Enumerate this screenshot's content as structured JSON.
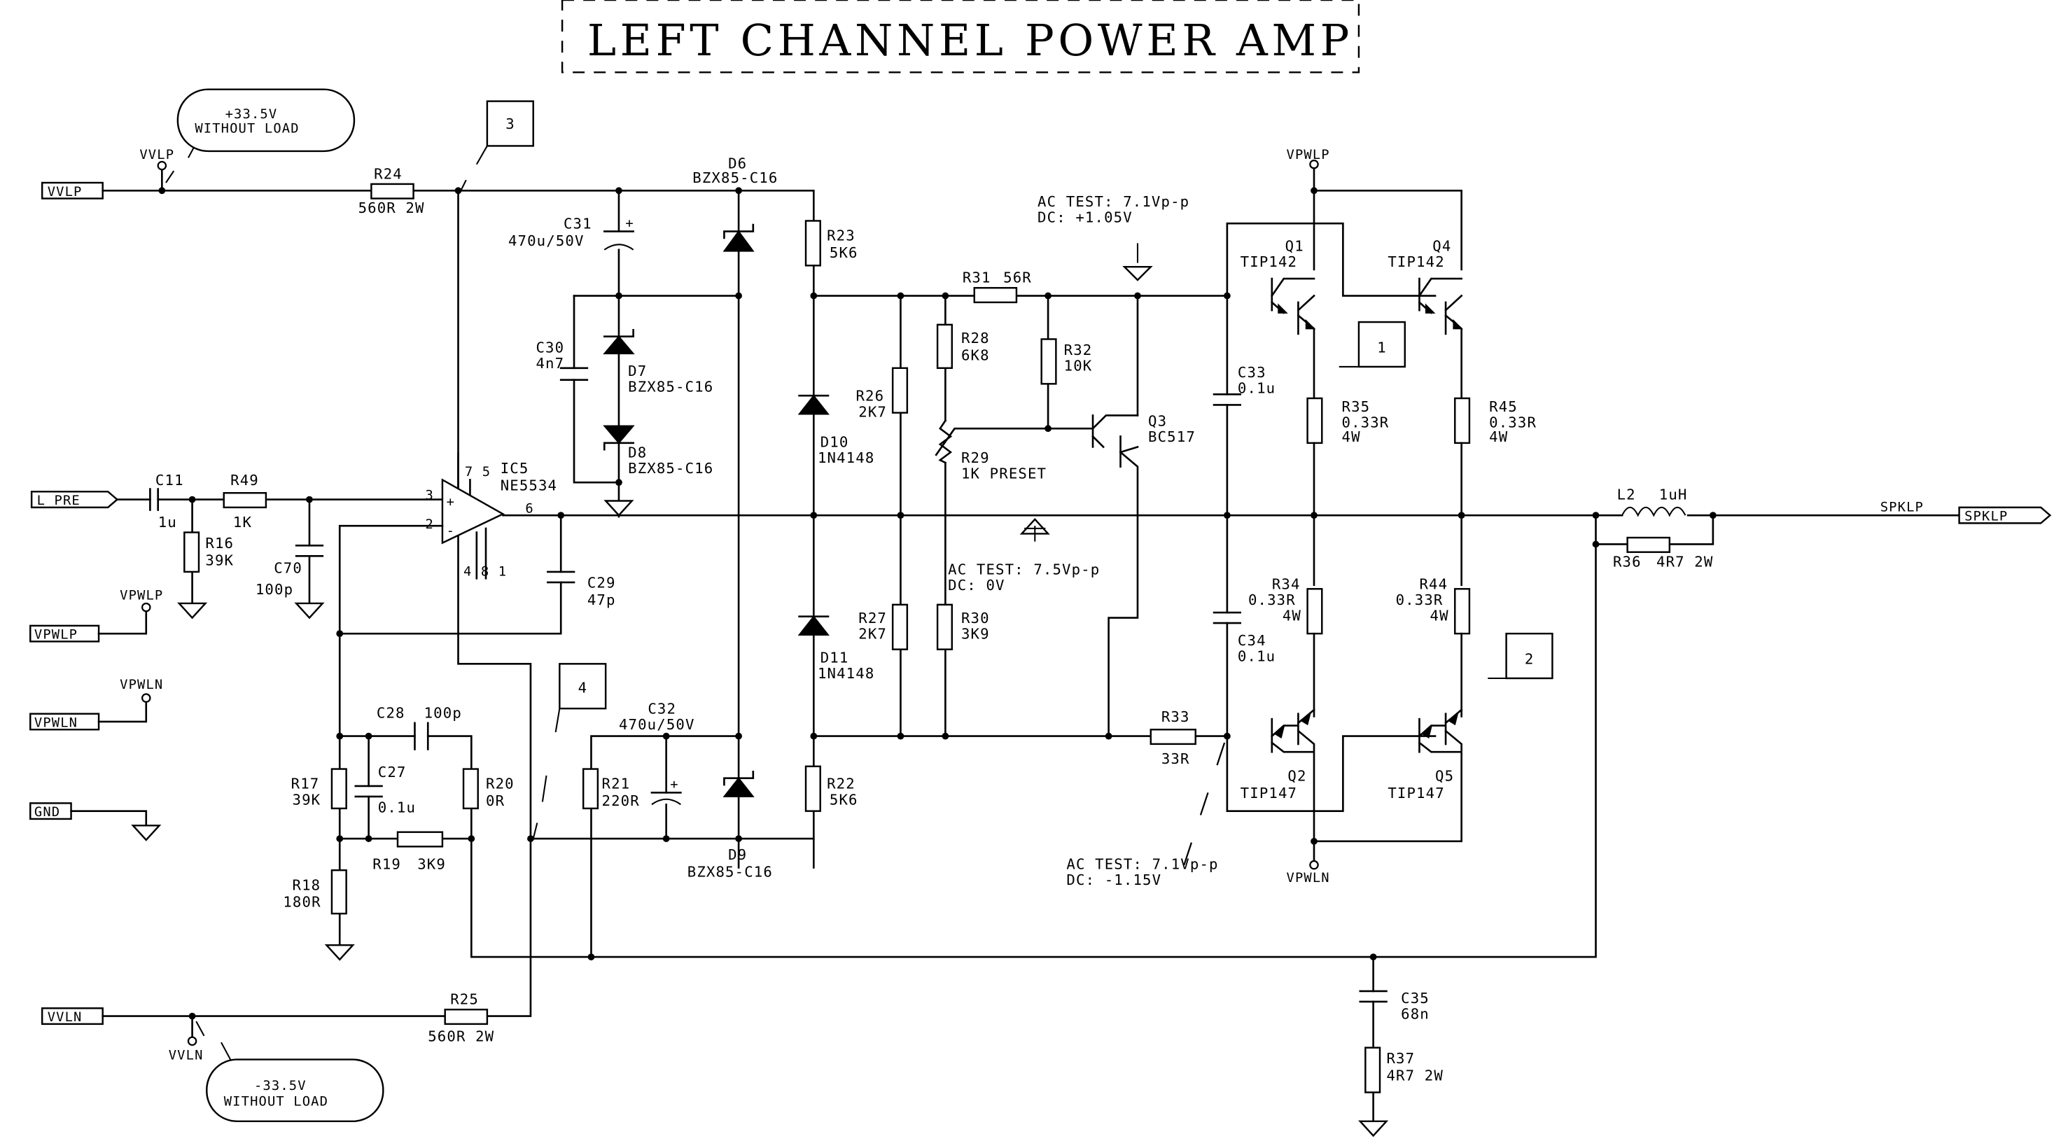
{
  "title": "LEFT CHANNEL POWER AMP",
  "ports": {
    "vvlp": "VVLP",
    "l_pre": "L PRE",
    "vpwlp": "VPWLP",
    "vpwln": "VPWLN",
    "gnd": "GND",
    "vvln": "VVLN",
    "spklp": "SPKLP"
  },
  "net_labels": {
    "vvlp": "VVLP",
    "vvln": "VVLN",
    "vpwlp_top": "VPWLP",
    "vpwln_bottom": "VPWLN",
    "vpwlp_left": "VPWLP",
    "vpwln_left": "VPWLN",
    "spklp": "SPKLP"
  },
  "callouts": {
    "pos_supply": [
      "+33.5V",
      "WITHOUT LOAD"
    ],
    "neg_supply": [
      "-33.5V",
      "WITHOUT LOAD"
    ],
    "markers": [
      "1",
      "2",
      "3",
      "4"
    ]
  },
  "test_points": {
    "tp_top": [
      "AC TEST: 7.1Vp-p",
      "DC: +1.05V"
    ],
    "tp_mid": [
      "AC TEST: 7.5Vp-p",
      "DC: 0V"
    ],
    "tp_bottom": [
      "AC TEST: 7.1Vp-p",
      "DC: -1.15V"
    ]
  },
  "ic": {
    "ref": "IC5",
    "part": "NE5534",
    "pin_in_pos": "3",
    "pin_in_neg": "2",
    "pin_out": "6",
    "pins_top": "7 5",
    "pins_bottom": "4 8 1",
    "plus": "+",
    "minus": "-"
  },
  "components": {
    "R24": {
      "ref": "R24",
      "value": "560R 2W"
    },
    "R25": {
      "ref": "R25",
      "value": "560R 2W"
    },
    "C11": {
      "ref": "C11",
      "value": "1u"
    },
    "R49": {
      "ref": "R49",
      "value": "1K"
    },
    "R16": {
      "ref": "R16",
      "value": "39K"
    },
    "C70": {
      "ref": "C70",
      "value": "100p"
    },
    "C29": {
      "ref": "C29",
      "value": "47p"
    },
    "C31": {
      "ref": "C31",
      "value": "470u/50V"
    },
    "C30": {
      "ref": "C30",
      "value": "4n7"
    },
    "D6": {
      "ref": "D6",
      "value": "BZX85-C16"
    },
    "D7": {
      "ref": "D7",
      "value": "BZX85-C16"
    },
    "D8": {
      "ref": "D8",
      "value": "BZX85-C16"
    },
    "D9": {
      "ref": "D9",
      "value": "BZX85-C16"
    },
    "R23": {
      "ref": "R23",
      "value": "5K6"
    },
    "R22": {
      "ref": "R22",
      "value": "5K6"
    },
    "D10": {
      "ref": "D10",
      "value": "1N4148"
    },
    "D11": {
      "ref": "D11",
      "value": "1N4148"
    },
    "R26": {
      "ref": "R26",
      "value": "2K7"
    },
    "R27": {
      "ref": "R27",
      "value": "2K7"
    },
    "R31": {
      "ref": "R31",
      "value": "56R"
    },
    "R28": {
      "ref": "R28",
      "value": "6K8"
    },
    "R32": {
      "ref": "R32",
      "value": "10K"
    },
    "R29": {
      "ref": "R29",
      "value": "1K PRESET"
    },
    "R30": {
      "ref": "R30",
      "value": "3K9"
    },
    "Q3": {
      "ref": "Q3",
      "value": "BC517"
    },
    "R33": {
      "ref": "R33",
      "value": "33R"
    },
    "C33": {
      "ref": "C33",
      "value": "0.1u"
    },
    "C34": {
      "ref": "C34",
      "value": "0.1u"
    },
    "Q1": {
      "ref": "Q1",
      "value": "TIP142"
    },
    "Q4": {
      "ref": "Q4",
      "value": "TIP142"
    },
    "Q2": {
      "ref": "Q2",
      "value": "TIP147"
    },
    "Q5": {
      "ref": "Q5",
      "value": "TIP147"
    },
    "R35": {
      "ref": "R35",
      "value": "0.33R",
      "power": "4W"
    },
    "R45": {
      "ref": "R45",
      "value": "0.33R",
      "power": "4W"
    },
    "R34": {
      "ref": "R34",
      "value": "0.33R",
      "power": "4W"
    },
    "R44": {
      "ref": "R44",
      "value": "0.33R",
      "power": "4W"
    },
    "L2": {
      "ref": "L2",
      "value": "1uH"
    },
    "R36": {
      "ref": "R36",
      "value": "4R7 2W"
    },
    "C35": {
      "ref": "C35",
      "value": "68n"
    },
    "R37": {
      "ref": "R37",
      "value": "4R7 2W"
    },
    "C32": {
      "ref": "C32",
      "value": "470u/50V"
    },
    "R21": {
      "ref": "R21",
      "value": "220R"
    },
    "C28": {
      "ref": "C28",
      "value": "100p"
    },
    "C27": {
      "ref": "C27",
      "value": "0.1u"
    },
    "R17": {
      "ref": "R17",
      "value": "39K"
    },
    "R20": {
      "ref": "R20",
      "value": "0R"
    },
    "R19": {
      "ref": "R19",
      "value": "3K9"
    },
    "R18": {
      "ref": "R18",
      "value": "180R"
    }
  }
}
